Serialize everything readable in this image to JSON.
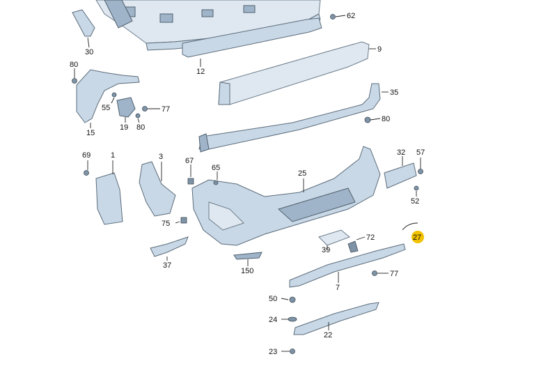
{
  "highlight_color": "#f2c200",
  "part_color": "#c9d8e6",
  "callouts": [
    {
      "id": "c62",
      "label": "62"
    },
    {
      "id": "c30",
      "label": "30"
    },
    {
      "id": "c9",
      "label": "9"
    },
    {
      "id": "c80a",
      "label": "80"
    },
    {
      "id": "c12",
      "label": "12"
    },
    {
      "id": "c35",
      "label": "35"
    },
    {
      "id": "c55",
      "label": "55"
    },
    {
      "id": "c77a",
      "label": "77"
    },
    {
      "id": "c19",
      "label": "19"
    },
    {
      "id": "c80b",
      "label": "80"
    },
    {
      "id": "c80c",
      "label": "80"
    },
    {
      "id": "c15",
      "label": "15"
    },
    {
      "id": "c69",
      "label": "69"
    },
    {
      "id": "c1",
      "label": "1"
    },
    {
      "id": "c3",
      "label": "3"
    },
    {
      "id": "c67",
      "label": "67"
    },
    {
      "id": "c65",
      "label": "65"
    },
    {
      "id": "c25",
      "label": "25"
    },
    {
      "id": "c32",
      "label": "32"
    },
    {
      "id": "c57",
      "label": "57"
    },
    {
      "id": "c52",
      "label": "52"
    },
    {
      "id": "c75",
      "label": "75"
    },
    {
      "id": "c27",
      "label": "27"
    },
    {
      "id": "c72",
      "label": "72"
    },
    {
      "id": "c39",
      "label": "39"
    },
    {
      "id": "c37",
      "label": "37"
    },
    {
      "id": "c150",
      "label": "150"
    },
    {
      "id": "c77b",
      "label": "77"
    },
    {
      "id": "c7",
      "label": "7"
    },
    {
      "id": "c50",
      "label": "50"
    },
    {
      "id": "c24",
      "label": "24"
    },
    {
      "id": "c22",
      "label": "22"
    },
    {
      "id": "c23",
      "label": "23"
    }
  ]
}
